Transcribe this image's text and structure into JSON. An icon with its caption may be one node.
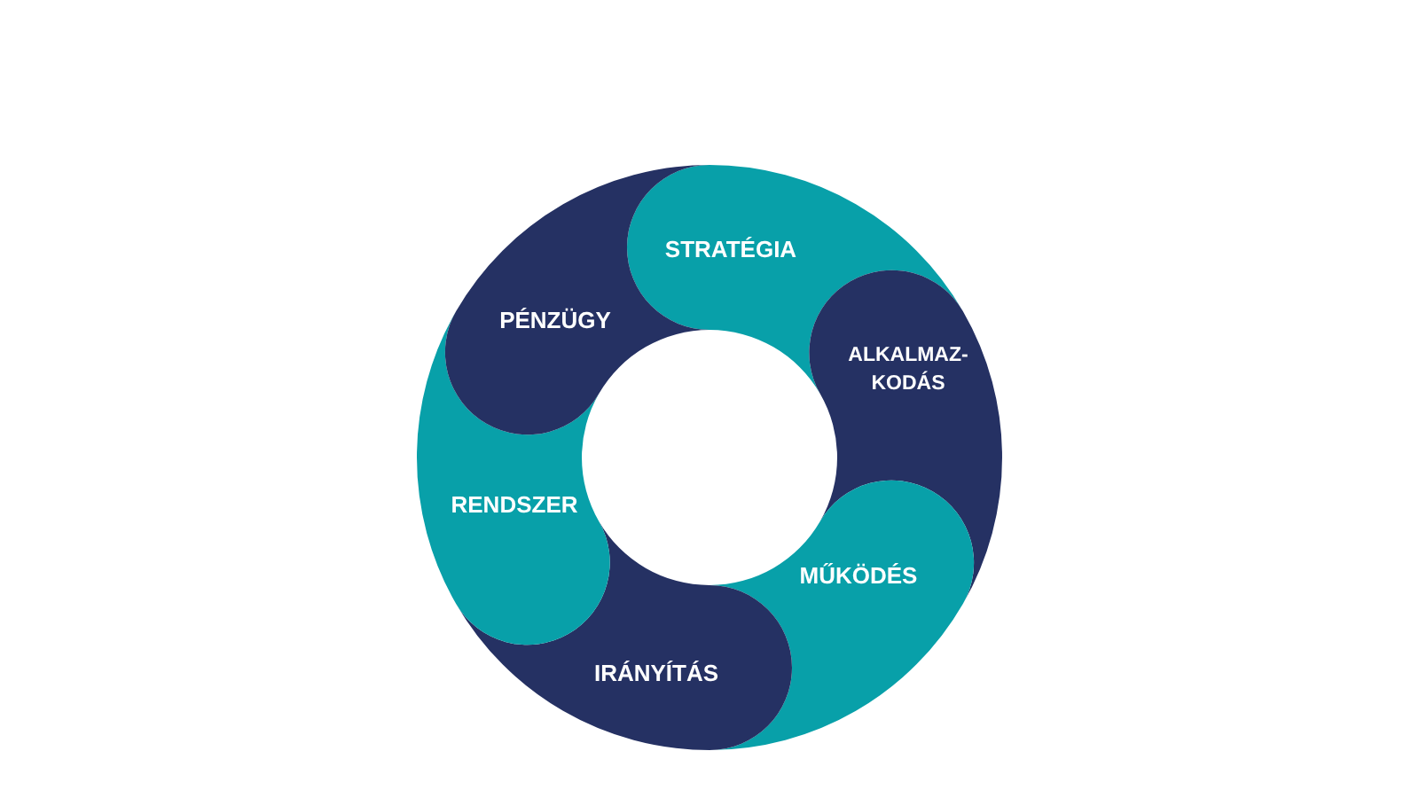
{
  "diagram": {
    "nodes": [
      {
        "text": [
          "STRATÉGIA"
        ]
      },
      {
        "text": [
          "ALKALMAZ- KODÁS"
        ]
      },
      {
        "text": [
          "MŰKÖDÉS"
        ]
      },
      {
        "text": [
          "IRÁNYÍTÁS"
        ]
      },
      {
        "text": [
          "RENDSZER"
        ]
      },
      {
        "text": [
          "PÉNZÜGY"
        ]
      }
    ]
  }
}
